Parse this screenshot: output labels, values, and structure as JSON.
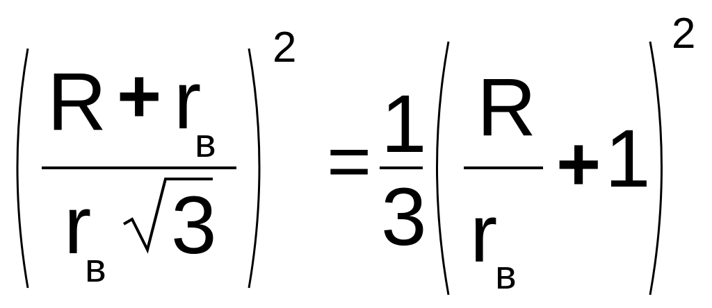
{
  "formula": {
    "lhs": {
      "numerator": {
        "R": "R",
        "plus": "+",
        "r": "r",
        "r_subscript": "в"
      },
      "denominator": {
        "r": "r",
        "r_subscript": "в",
        "radicand": "3"
      },
      "exponent": "2"
    },
    "equals": "=",
    "rhs": {
      "coefficient": {
        "numerator": "1",
        "denominator": "3"
      },
      "inner_fraction": {
        "numerator": "R",
        "denominator_r": "r",
        "denominator_subscript": "в"
      },
      "plus": "+",
      "one": "1",
      "exponent": "2"
    }
  }
}
